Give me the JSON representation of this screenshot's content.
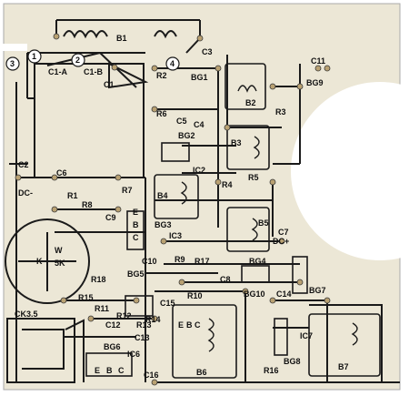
{
  "labels": {
    "b1": "B1",
    "c3": "C3",
    "c11": "C11",
    "bg9": "BG9",
    "n1": "1",
    "n2": "2",
    "n3": "3",
    "n4": "4",
    "c1a": "C1-A",
    "c1b": "C1-B",
    "c1": "C1",
    "r2": "R2",
    "bg1": "BG1",
    "b2": "B2",
    "r3": "R3",
    "r6": "R6",
    "c5": "C5",
    "c4": "C4",
    "bg2": "BG2",
    "b3": "B3",
    "c2": "C2",
    "dcminus": "DC-",
    "c6": "C6",
    "r1": "R1",
    "r7": "R7",
    "r8": "R8",
    "ic2": "IC2",
    "r4": "R4",
    "r5": "R5",
    "c9": "C9",
    "b4": "B4",
    "e": "E",
    "b": "B",
    "c": "C",
    "bg3": "BG3",
    "ic3": "IC3",
    "b5": "B5",
    "c7": "C7",
    "dcplus": "DC+",
    "w": "W",
    "k": "K",
    "w5k": "5K",
    "c10": "C10",
    "r9": "R9",
    "r17": "R17",
    "bg4": "BG4",
    "r18": "R18",
    "bg5": "BG5",
    "c8": "C8",
    "r10": "R10",
    "bg10": "BG10",
    "c14": "C14",
    "bg7": "BG7",
    "r15": "R15",
    "r11": "R11",
    "r12": "R12",
    "r13": "R13",
    "r14": "R14",
    "c12": "C12",
    "c13": "C13",
    "ck": "CK3.5",
    "bg6": "BG6",
    "ic6": "IC6",
    "r16": "R16",
    "ic7": "IC7",
    "bg8": "BG8",
    "c16": "C16",
    "b6": "B6",
    "b7": "B7",
    "c15": "C15"
  },
  "colors": {
    "board": "#ece7d6",
    "trace": "#1a1a1a",
    "pad": "#b9a172",
    "cutout": "#ffffff"
  }
}
